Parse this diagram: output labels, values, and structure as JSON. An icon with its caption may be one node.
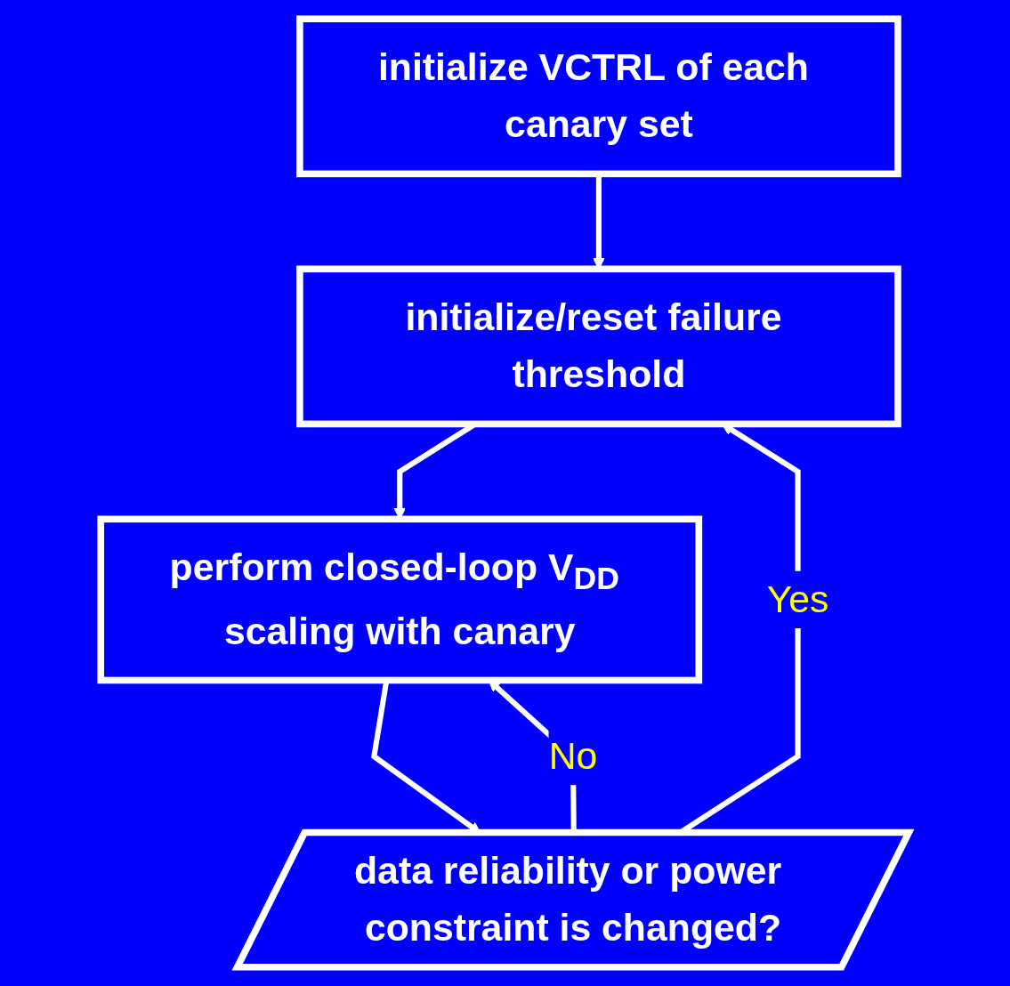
{
  "diagram": {
    "nodes": [
      {
        "text": [
          "initialize VCTRL of each canary set"
        ]
      },
      {
        "text": [
          "initialize/reset failure threshold"
        ]
      },
      {
        "text": [
          "perform closed-loop V$_{DD}$ scaling with canary"
        ]
      },
      {
        "text": [
          "data reliability or power constraint is changed?"
        ]
      }
    ],
    "edges": [
      {
        "from": 0,
        "to": 1,
        "arrow": "to"
      },
      {
        "from": 1,
        "to": 2,
        "arrow": "to"
      },
      {
        "from": 2,
        "to": 3,
        "arrow": "to"
      },
      {
        "from": 3,
        "to": 2,
        "arrow": "to",
        "label": "No"
      },
      {
        "from": 3,
        "to": 1,
        "arrow": "to",
        "label": "Yes"
      }
    ]
  }
}
